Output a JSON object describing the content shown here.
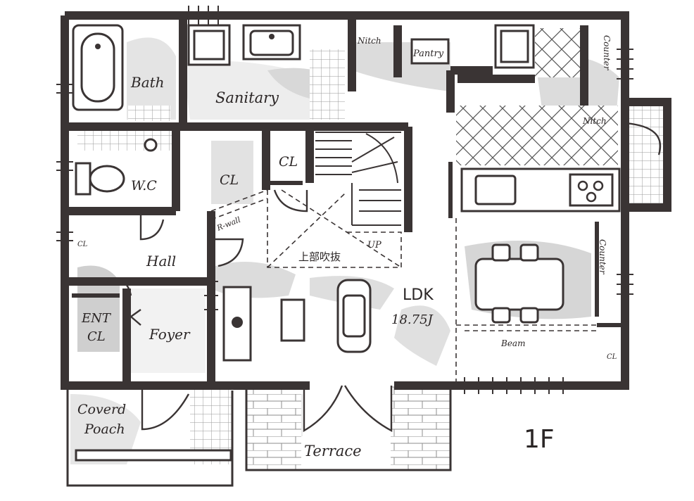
{
  "floor_label": "1F",
  "rooms": {
    "bath": "Bath",
    "sanitary": "Sanitary",
    "wc": "W.C",
    "cl_center": "CL",
    "cl_stair": "CL",
    "cl_hall": "CL",
    "hall": "Hall",
    "ent_cl_line1": "ENT",
    "ent_cl_line2": "CL",
    "foyer": "Foyer",
    "ldk": "LDK",
    "ldk_size": "18.75J",
    "pantry": "Pantry",
    "kitchen_niche_top": "Nitch",
    "kitchen_niche_right": "Nitch",
    "counter_top": "Counter",
    "counter_right": "Counter",
    "beam": "Beam",
    "cl_right": "CL",
    "covered_porch_line1": "Coverd",
    "covered_porch_line2": "Poach",
    "terrace": "Terrace",
    "r_wall": "R-wall",
    "up": "UP",
    "void": "上部吹抜"
  },
  "colors": {
    "wall": "#3a3434",
    "floor_grey": "#e2e2e2",
    "tile_grey": "#cfcfcf",
    "paper": "#ffffff"
  }
}
